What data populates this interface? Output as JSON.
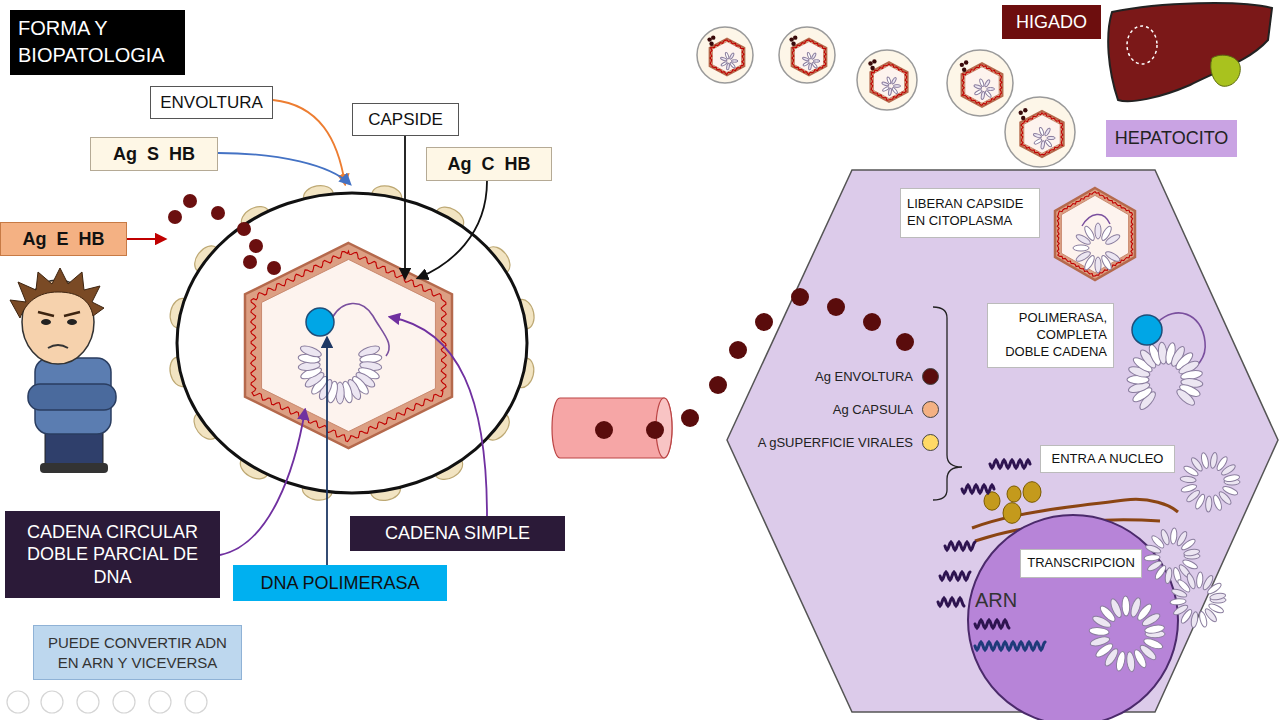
{
  "diagram": {
    "title": "FORMA Y BIOPATOLOGIA",
    "nodes": [
      {
        "text": [
          "HIGADO"
        ]
      },
      {
        "text": [
          "ENVOLTURA"
        ]
      },
      {
        "text": [
          "CAPSIDE"
        ]
      },
      {
        "text": [
          "HEPATOCITO"
        ]
      },
      {
        "text": [
          "Ag S HB"
        ]
      },
      {
        "text": [
          "Ag C HB"
        ]
      },
      {
        "text": [
          "LIBERAN CAPSIDE EN CITOPLASMA"
        ]
      },
      {
        "text": [
          "Ag E HB"
        ]
      },
      {
        "text": [
          "POLIMERASA, COMPLETA DOBLE CADENA"
        ]
      },
      {
        "text": [
          "ENTRA A NUCLEO"
        ]
      },
      {
        "text": [
          "CADENA CIRCULAR DOBLE PARCIAL DE DNA"
        ]
      },
      {
        "text": [
          "ARN"
        ]
      },
      {
        "text": [
          "CADENA SIMPLE"
        ]
      },
      {
        "text": [
          "TRANSCRIPCION"
        ],
        "in": 11
      },
      {
        "text": [
          "DNA POLIMERASA"
        ]
      },
      {
        "text": [
          "PUEDE CONVERTIR ADN EN ARN Y VICEVERSA"
        ]
      }
    ],
    "legend": [
      {
        "text": "Ag ENVOLTURA",
        "color": "#5a0c0c"
      },
      {
        "text": "Ag CAPSULA",
        "color": "#f4b183"
      },
      {
        "text": "A gSUPERFICIE VIRALES",
        "color": "#ffd966"
      }
    ]
  }
}
